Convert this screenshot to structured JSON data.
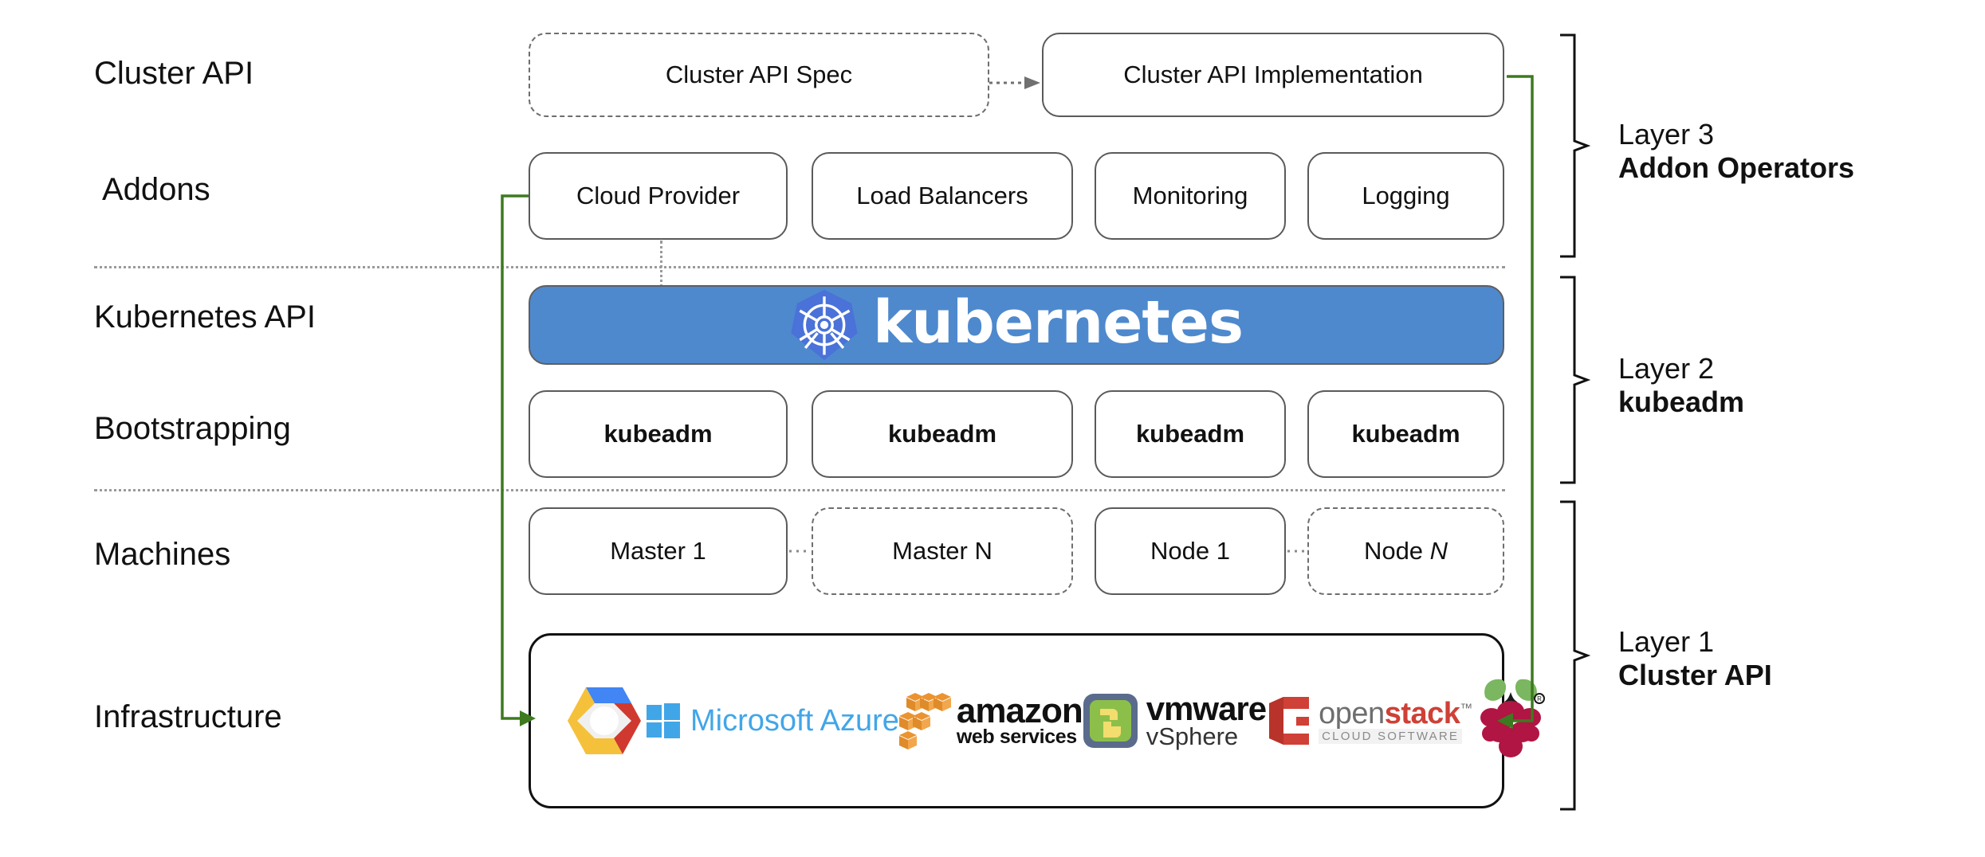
{
  "diagram": {
    "title": "Kubernetes Cluster API layered architecture",
    "accent_green": "#3d7a1f",
    "banner_blue": "#4e89ce",
    "logo_blue": "#4a72d8",
    "border_gray": "#5a5a5a"
  },
  "row_labels": [
    {
      "id": "cluster-api",
      "text": "Cluster API"
    },
    {
      "id": "addons",
      "text": "Addons"
    },
    {
      "id": "kubernetes-api",
      "text": "Kubernetes API"
    },
    {
      "id": "bootstrapping",
      "text": "Bootstrapping"
    },
    {
      "id": "machines",
      "text": "Machines"
    },
    {
      "id": "infrastructure",
      "text": "Infrastructure"
    }
  ],
  "cluster_api_row": {
    "spec": {
      "label": "Cluster API Spec",
      "style": "dashed"
    },
    "implementation": {
      "label": "Cluster API Implementation",
      "style": "solid"
    },
    "connector": "dotted-arrow-right"
  },
  "addons_row": [
    {
      "label": "Cloud Provider",
      "style": "solid"
    },
    {
      "label": "Load Balancers",
      "style": "solid"
    },
    {
      "label": "Monitoring",
      "style": "solid"
    },
    {
      "label": "Logging",
      "style": "solid"
    }
  ],
  "kubernetes_banner": {
    "wordmark": "kubernetes",
    "logo_name": "kubernetes-helm-wheel"
  },
  "bootstrapping_row": [
    {
      "label": "kubeadm",
      "style": "solid",
      "bold": true
    },
    {
      "label": "kubeadm",
      "style": "solid",
      "bold": true
    },
    {
      "label": "kubeadm",
      "style": "solid",
      "bold": true
    },
    {
      "label": "kubeadm",
      "style": "solid",
      "bold": true
    }
  ],
  "machines_row": [
    {
      "label": "Master 1",
      "style": "solid"
    },
    {
      "label": "Master N",
      "style": "dashed"
    },
    {
      "label": "Node 1",
      "style": "solid"
    },
    {
      "label": "Node N",
      "style": "dashed",
      "italic_suffix": true
    }
  ],
  "infrastructure_row": {
    "logos": [
      {
        "name": "google-cloud-platform-logo",
        "alt": "Google Cloud Platform"
      },
      {
        "name": "microsoft-azure-logo",
        "alt": "Microsoft Azure",
        "text": "Microsoft Azure"
      },
      {
        "name": "amazon-web-services-logo",
        "alt": "amazon web services",
        "text_top": "amazon",
        "text_bottom": "web services"
      },
      {
        "name": "vmware-vsphere-logo",
        "alt": "VMware vSphere",
        "text_top": "vmware",
        "text_bottom": "vSphere"
      },
      {
        "name": "openstack-logo",
        "alt": "OpenStack Cloud Software",
        "text_top": "open",
        "text_top2": "stack",
        "text_bottom": "CLOUD SOFTWARE"
      },
      {
        "name": "raspberry-pi-logo",
        "alt": "Raspberry Pi"
      }
    ]
  },
  "layers": [
    {
      "id": "layer-3",
      "name": "Layer 3",
      "subtitle": "Addon Operators"
    },
    {
      "id": "layer-2",
      "name": "Layer 2",
      "subtitle": "kubeadm"
    },
    {
      "id": "layer-1",
      "name": "Layer 1",
      "subtitle": "Cluster API"
    }
  ]
}
